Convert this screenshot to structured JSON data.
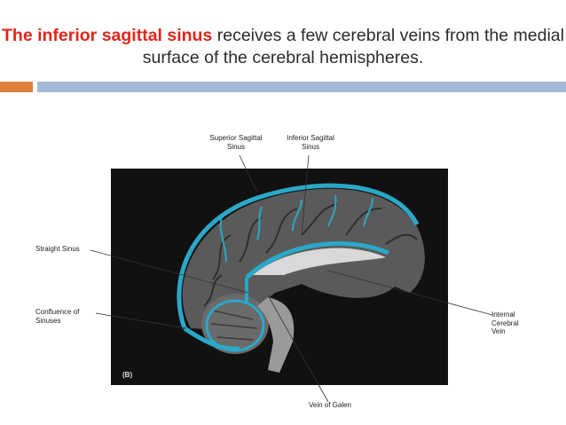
{
  "slide": {
    "title_lead": "The inferior sagittal sinus",
    "title_rest": " receives a few cerebral veins from the medial surface of the cerebral hemispheres."
  },
  "figure": {
    "panel_label": "(B)",
    "labels": {
      "superior_sagittal": "Superior Sagittal\nSinus",
      "inferior_sagittal": "Inferior Sagittal\nSinus",
      "straight": "Straight Sinus",
      "confluence": "Confluence of\nSinuses",
      "internal_cerebral": "Internal\nCerebral Vein",
      "galen": "Vein of Galen"
    },
    "colors": {
      "sinus_outline": "#2aa8c8",
      "accent_red": "#e0261b",
      "rule_orange": "#e0813b",
      "rule_blue": "#a3b9d6"
    }
  }
}
